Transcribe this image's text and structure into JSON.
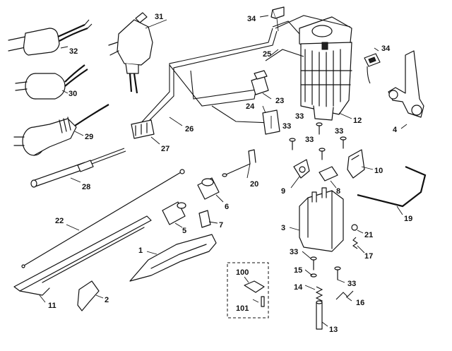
{
  "diagram": {
    "labels": {
      "p1": "1",
      "p2": "2",
      "p3": "3",
      "p4": "4",
      "p5": "5",
      "p6": "6",
      "p7": "7",
      "p8": "8",
      "p9": "9",
      "p10": "10",
      "p11": "11",
      "p12": "12",
      "p13": "13",
      "p14": "14",
      "p15": "15",
      "p16": "16",
      "p17": "17",
      "p19": "19",
      "p20": "20",
      "p21": "21",
      "p22": "22",
      "p23": "23",
      "p24": "24",
      "p25": "25",
      "p26": "26",
      "p27": "27",
      "p28": "28",
      "p29": "29",
      "p30": "30",
      "p31": "31",
      "p32": "32",
      "p33a": "33",
      "p33b": "33",
      "p33c": "33",
      "p33d": "33",
      "p33e": "33",
      "p34a": "34",
      "p34b": "34",
      "p100": "100",
      "p101": "101"
    }
  }
}
